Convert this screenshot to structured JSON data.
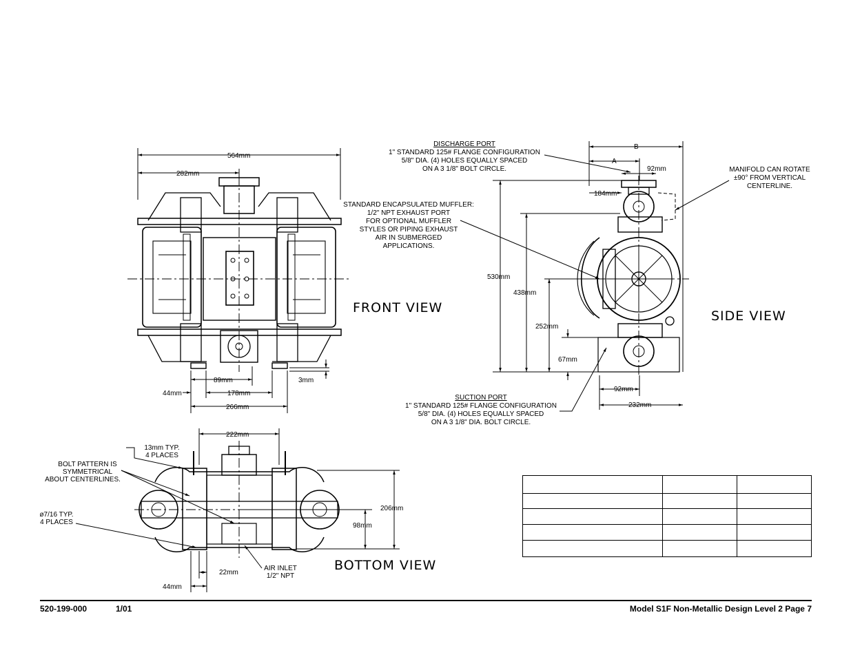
{
  "views": {
    "front": "FRONT VIEW",
    "side": "SIDE VIEW",
    "bottom": "BOTTOM VIEW"
  },
  "front_dims": {
    "overall_width": "564mm",
    "half_width": "282mm",
    "foot_offset": "44mm",
    "port_width": "89mm",
    "foot_spacing": "178mm",
    "base_width": "266mm",
    "foot_height": "3mm"
  },
  "side_dims": {
    "b": "B",
    "a": "A",
    "top_offset": "92mm",
    "manifold_offset": "184mm",
    "overall_height": "530mm",
    "discharge_height": "438mm",
    "center_height": "252mm",
    "suction_height": "67mm",
    "bottom_offset": "92mm",
    "base_depth": "232mm"
  },
  "bottom_dims": {
    "bolt_spacing": "222mm",
    "depth": "206mm",
    "half_depth": "98mm",
    "inlet_offset": "22mm",
    "foot_offset": "44mm"
  },
  "notes": {
    "discharge_port": {
      "title": "DISCHARGE PORT",
      "lines": [
        "1\" STANDARD 125# FLANGE CONFIGURATION",
        "5/8\" DIA. (4) HOLES EQUALLY SPACED",
        "ON A 3 1/8\" BOLT CIRCLE."
      ]
    },
    "muffler": {
      "lines": [
        "STANDARD ENCAPSULATED MUFFLER:",
        "1/2\" NPT EXHAUST PORT",
        "FOR OPTIONAL MUFFLER",
        "STYLES OR PIPING EXHAUST",
        "AIR IN SUBMERGED",
        "APPLICATIONS."
      ]
    },
    "manifold": {
      "lines": [
        "MANIFOLD CAN ROTATE",
        "±90° FROM VERTICAL",
        "CENTERLINE."
      ]
    },
    "suction_port": {
      "title": "SUCTION PORT",
      "lines": [
        "1\" STANDARD 125# FLANGE CONFIGURATION",
        "5/8\" DIA. (4) HOLES EQUALLY SPACED",
        "ON A 3 1/8\" DIA. BOLT CIRCLE."
      ]
    },
    "holes_13mm": {
      "lines": [
        "13mm TYP.",
        "4 PLACES"
      ]
    },
    "bolt_pattern": {
      "lines": [
        "BOLT PATTERN IS",
        "SYMMETRICAL",
        "ABOUT CENTERLINES."
      ]
    },
    "holes_716": {
      "lines": [
        "ø7/16 TYP.",
        "4 PLACES"
      ]
    },
    "air_inlet": {
      "lines": [
        "AIR INLET",
        "1/2\" NPT"
      ]
    }
  },
  "footer": {
    "doc_number": "520-199-000",
    "date": "1/01",
    "title": "Model S1F Non-Metallic Design Level 2 Page 7"
  },
  "table": {
    "rows": [
      [
        "",
        "",
        ""
      ],
      [
        "",
        "",
        ""
      ],
      [
        "",
        "",
        ""
      ],
      [
        "",
        "",
        ""
      ],
      [
        "",
        "",
        ""
      ]
    ]
  }
}
